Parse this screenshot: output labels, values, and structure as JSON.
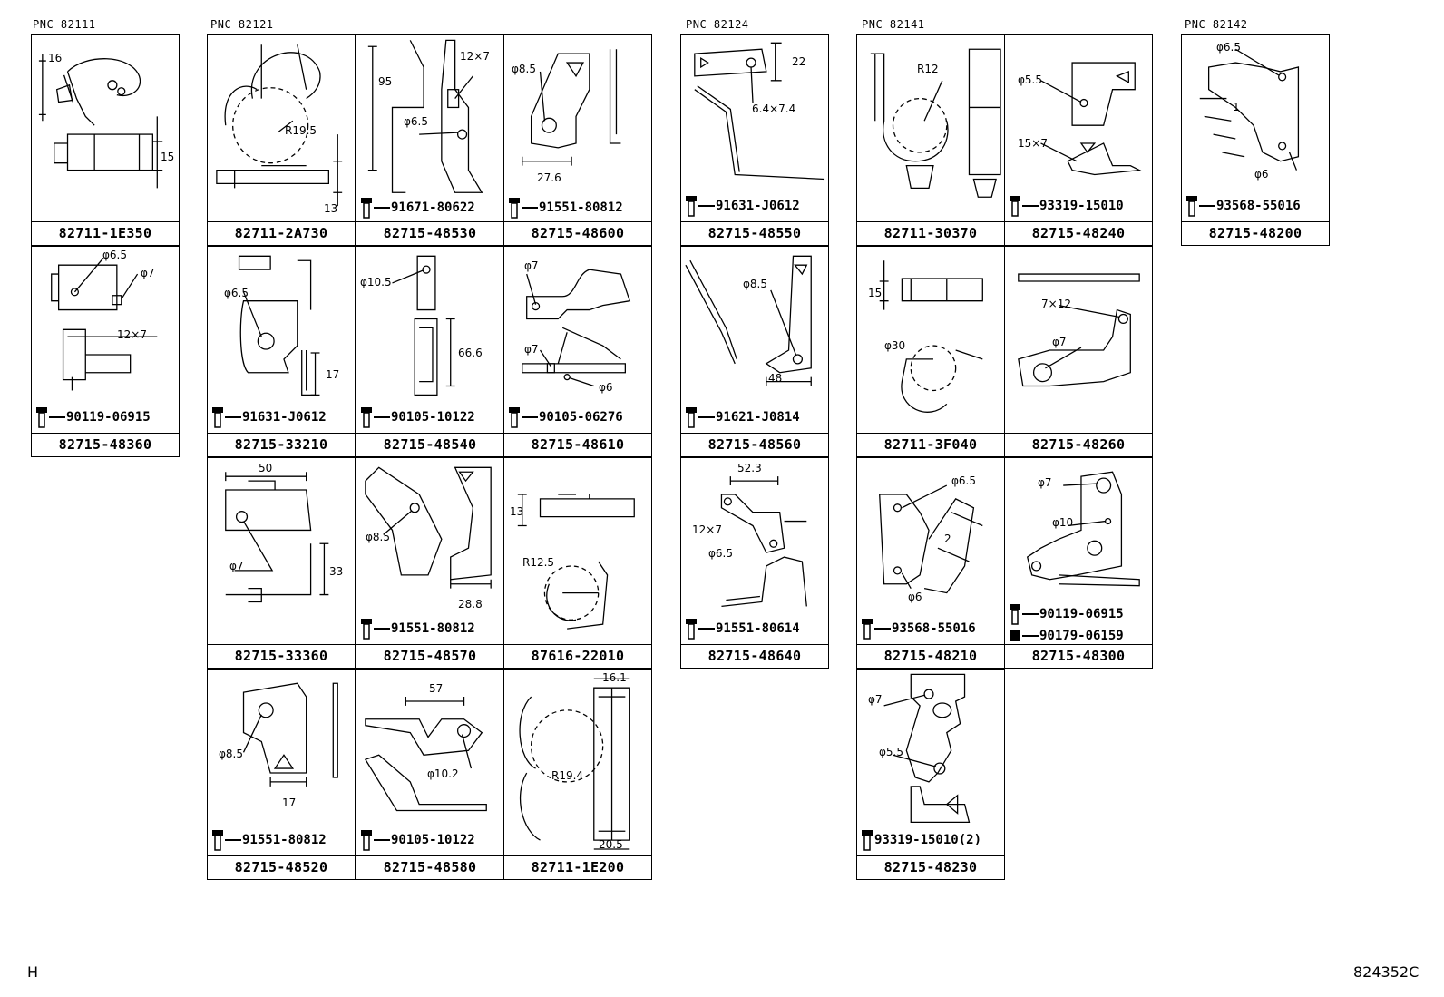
{
  "pnc_labels": [
    "PNC 82111",
    "PNC 82121",
    "PNC 82124",
    "PNC 82141",
    "PNC 82142"
  ],
  "cells": [
    {
      "part": "82711-1E350",
      "fasteners": [],
      "dims": [
        "16",
        "15"
      ]
    },
    {
      "part": "82715-48360",
      "fasteners": [
        "90119-06915"
      ],
      "dims": [
        "φ6.5",
        "φ7",
        "12×7"
      ]
    },
    {
      "part": "82711-2A730",
      "fasteners": [],
      "dims": [
        "R19.5",
        "13"
      ]
    },
    {
      "part": "82715-48530",
      "fasteners": [
        "91671-80622"
      ],
      "dims": [
        "95",
        "12×7",
        "φ6.5"
      ]
    },
    {
      "part": "82715-48600",
      "fasteners": [
        "91551-80812"
      ],
      "dims": [
        "φ8.5",
        "27.6"
      ]
    },
    {
      "part": "82715-33210",
      "fasteners": [
        "91631-J0612"
      ],
      "dims": [
        "φ6.5",
        "17"
      ]
    },
    {
      "part": "82715-48540",
      "fasteners": [
        "90105-10122"
      ],
      "dims": [
        "φ10.5",
        "66.6"
      ]
    },
    {
      "part": "82715-48610",
      "fasteners": [
        "90105-06276"
      ],
      "dims": [
        "φ7",
        "φ7",
        "φ6"
      ]
    },
    {
      "part": "82715-33360",
      "fasteners": [],
      "dims": [
        "50",
        "φ7",
        "33"
      ]
    },
    {
      "part": "82715-48570",
      "fasteners": [
        "91551-80812"
      ],
      "dims": [
        "φ8.5",
        "28.8"
      ]
    },
    {
      "part": "87616-22010",
      "fasteners": [],
      "dims": [
        "13",
        "R12.5"
      ]
    },
    {
      "part": "82715-48520",
      "fasteners": [
        "91551-80812"
      ],
      "dims": [
        "φ8.5",
        "17"
      ]
    },
    {
      "part": "82715-48580",
      "fasteners": [
        "90105-10122"
      ],
      "dims": [
        "57",
        "φ10.2"
      ]
    },
    {
      "part": "82711-1E200",
      "fasteners": [],
      "dims": [
        "16.1",
        "R19.4",
        "20.5"
      ]
    },
    {
      "part": "82715-48550",
      "fasteners": [
        "91631-J0612"
      ],
      "dims": [
        "22",
        "6.4×7.4"
      ]
    },
    {
      "part": "82715-48560",
      "fasteners": [
        "91621-J0814"
      ],
      "dims": [
        "φ8.5",
        "48"
      ]
    },
    {
      "part": "82715-48640",
      "fasteners": [
        "91551-80614"
      ],
      "dims": [
        "52.3",
        "12×7",
        "φ6.5"
      ]
    },
    {
      "part": "82711-30370",
      "fasteners": [],
      "dims": [
        "R12"
      ]
    },
    {
      "part": "82715-48240",
      "fasteners": [
        "93319-15010"
      ],
      "dims": [
        "φ5.5",
        "15×7"
      ]
    },
    {
      "part": "82711-3F040",
      "fasteners": [],
      "dims": [
        "15",
        "φ30"
      ]
    },
    {
      "part": "82715-48260",
      "fasteners": [],
      "dims": [
        "7×12",
        "φ7"
      ]
    },
    {
      "part": "82715-48210",
      "fasteners": [
        "93568-55016"
      ],
      "dims": [
        "φ6.5",
        "2",
        "φ6"
      ]
    },
    {
      "part": "82715-48300",
      "fasteners": [
        "90119-06915",
        "90179-06159"
      ],
      "dims": [
        "φ7",
        "φ10"
      ]
    },
    {
      "part": "82715-48230",
      "fasteners": [
        "93319-15010(2)"
      ],
      "dims": [
        "φ7",
        "φ5.5"
      ]
    },
    {
      "part": "82715-48200",
      "fasteners": [
        "93568-55016"
      ],
      "dims": [
        "φ6.5",
        "1",
        "φ6"
      ]
    }
  ],
  "footer": {
    "left": "H",
    "right": "824352C"
  }
}
